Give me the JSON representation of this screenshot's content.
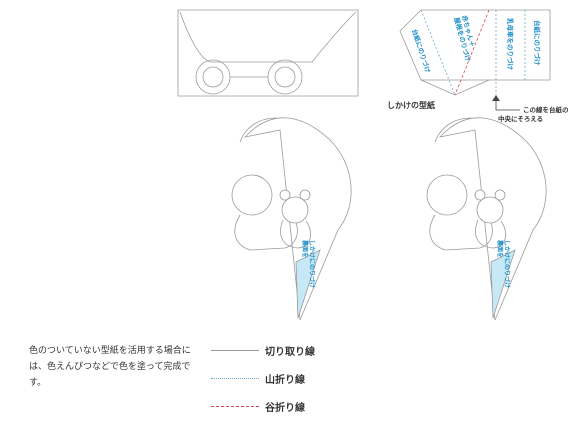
{
  "diagram": {
    "template_label": "しかけの型紙",
    "align_note_line1": "この線を台紙の",
    "align_note_line2": "中央にそろえる",
    "glue_baby_umbrella": "赤ちゃん＋\n屋根をのりづけ",
    "glue_mount_left": "台紙にのりづけ",
    "glue_stroller_back": "乳母車をのりづけ",
    "glue_mount_right": "台紙にのりづけ",
    "glue_mechanism_1": "裏面を\nしかけにのりづけ",
    "glue_mechanism_2": "裏面を\nしかけにのりづけ"
  },
  "instructions": {
    "text": "色のついていない型紙を活用する場合には、色えんぴつなどで色を塗って完成です。"
  },
  "legend": {
    "cut_line": "切り取り線",
    "mountain_fold": "山折り線",
    "valley_fold": "谷折り線"
  },
  "colors": {
    "outline": "#9a9a9a",
    "mountain_fold": "#6fa9c9",
    "valley_fold": "#e0464b",
    "glue_area": "#c6e8f7",
    "glue_text": "#1f8fc8"
  }
}
